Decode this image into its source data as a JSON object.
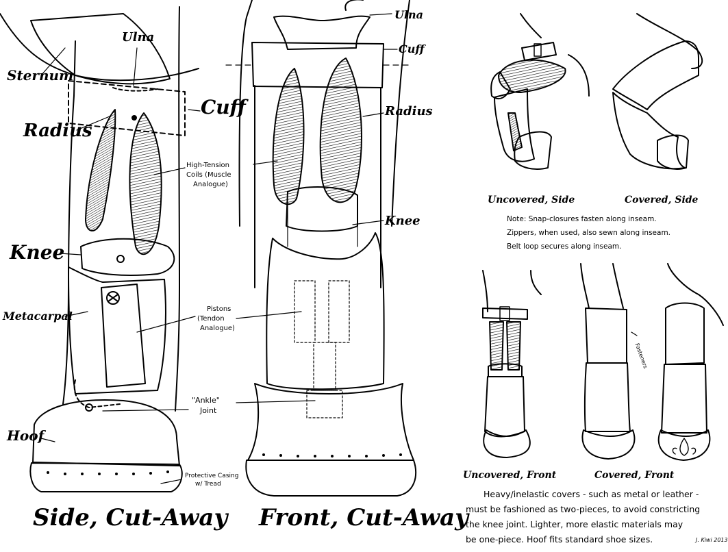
{
  "side_cutaway": {
    "title": "Side, Cut-Away",
    "labels": {
      "sternum": "Sternum",
      "ulna": "Ulna",
      "cuff": "Cuff",
      "radius": "Radius",
      "coils_line1": "High-Tension",
      "coils_line2": "Coils (Muscle",
      "coils_line3": "Analogue)",
      "knee": "Knee",
      "metacarpal": "Metacarpal",
      "pistons_line1": "Pistons",
      "pistons_line2": "(Tendon",
      "pistons_line3": "Analogue)",
      "ankle_line1": "\"Ankle\"",
      "ankle_line2": "Joint",
      "hoof": "Hoof",
      "casing_line1": "Protective Casing",
      "casing_line2": "w/ Tread"
    }
  },
  "front_cutaway": {
    "title": "Front, Cut-Away",
    "labels": {
      "ulna": "Ulna",
      "cuff": "Cuff",
      "radius": "Radius",
      "knee": "Knee"
    }
  },
  "variants": {
    "uncovered_side": "Uncovered, Side",
    "covered_side": "Covered, Side",
    "uncovered_front": "Uncovered, Front",
    "covered_front": "Covered, Front",
    "fasteners": "Fasteners"
  },
  "note": {
    "line1": "Note: Snap-closures fasten along inseam.",
    "line2": "Zippers, when used, also sewn along inseam.",
    "line3": "Belt loop secures along inseam."
  },
  "paragraph": {
    "line1": "Heavy/inelastic covers - such as metal or leather -",
    "line2": "must be fashioned as two-pieces, to avoid constricting",
    "line3": "the knee joint. Lighter, more elastic materials may",
    "line4": "be one-piece. Hoof fits standard shoe sizes."
  },
  "signature": "J. Kiwi 2013"
}
